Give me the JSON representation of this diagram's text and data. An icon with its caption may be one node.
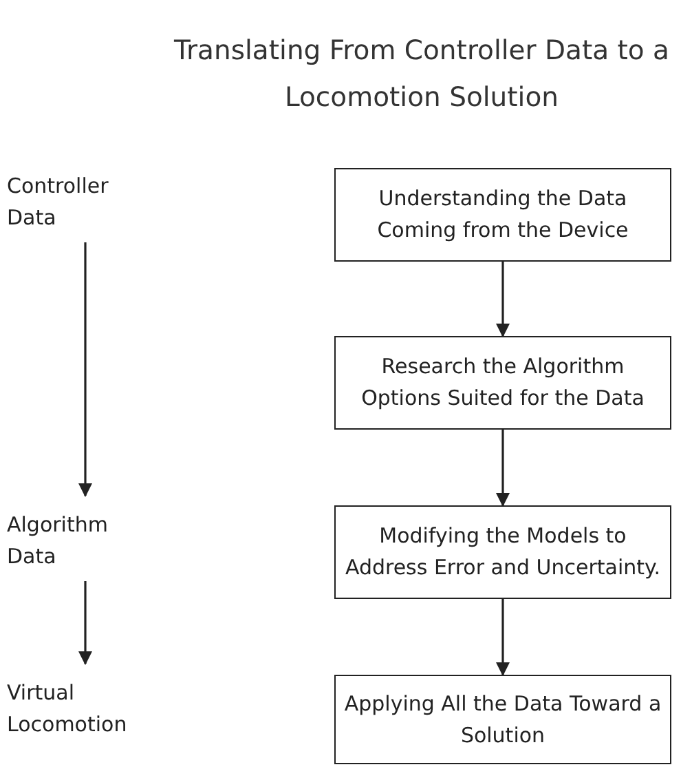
{
  "diagram": {
    "title": "Translating From Controller Data to a Locomotion Solution",
    "nodes": [
      {
        "text": [
          "Understanding the Data Coming from the Device"
        ]
      },
      {
        "text": [
          "Research the Algorithm Options Suited for the Data"
        ]
      },
      {
        "text": [
          "Modifying the Models to Address Error and Uncertainty."
        ]
      },
      {
        "text": [
          "Applying All the Data Toward a Solution"
        ]
      },
      {
        "text": [
          "Controller Data"
        ]
      },
      {
        "text": [
          "Algorithm Data"
        ]
      },
      {
        "text": [
          "Virtual Locomotion"
        ]
      }
    ],
    "edges": [
      {
        "from": 0,
        "to": 1,
        "arrow": "to"
      },
      {
        "from": 1,
        "to": 2,
        "arrow": "to"
      },
      {
        "from": 2,
        "to": 3,
        "arrow": "to"
      },
      {
        "from": 4,
        "to": 5,
        "arrow": "to"
      },
      {
        "from": 5,
        "to": 6,
        "arrow": "to"
      }
    ]
  }
}
